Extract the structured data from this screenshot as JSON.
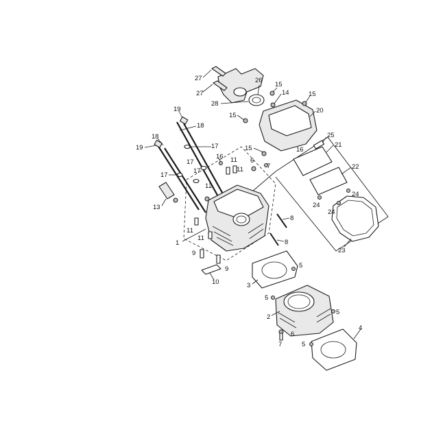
{
  "callouts": [
    {
      "id": "c27a",
      "text": "27"
    },
    {
      "id": "c27b",
      "text": "27"
    },
    {
      "id": "c26",
      "text": "26"
    },
    {
      "id": "c28",
      "text": "28"
    },
    {
      "id": "c15a",
      "text": "15"
    },
    {
      "id": "c14",
      "text": "14"
    },
    {
      "id": "c15b",
      "text": "15"
    },
    {
      "id": "c20",
      "text": "20"
    },
    {
      "id": "c15c",
      "text": "15"
    },
    {
      "id": "c19a",
      "text": "19"
    },
    {
      "id": "c18a",
      "text": "18"
    },
    {
      "id": "c18b",
      "text": "18"
    },
    {
      "id": "c19b",
      "text": "19"
    },
    {
      "id": "c17a",
      "text": "17"
    },
    {
      "id": "c17b",
      "text": "17"
    },
    {
      "id": "c17c",
      "text": "17"
    },
    {
      "id": "c16a",
      "text": "16"
    },
    {
      "id": "c16b",
      "text": "16"
    },
    {
      "id": "c15d",
      "text": "15"
    },
    {
      "id": "c25",
      "text": "25"
    },
    {
      "id": "c21",
      "text": "21"
    },
    {
      "id": "c11a",
      "text": "11"
    },
    {
      "id": "c11b",
      "text": "11"
    },
    {
      "id": "c6a",
      "text": "6"
    },
    {
      "id": "c7a",
      "text": "7"
    },
    {
      "id": "c22",
      "text": "22"
    },
    {
      "id": "c17d",
      "text": "17"
    },
    {
      "id": "c12",
      "text": "12"
    },
    {
      "id": "c24a",
      "text": "24"
    },
    {
      "id": "c24b",
      "text": "24"
    },
    {
      "id": "c24c",
      "text": "24"
    },
    {
      "id": "c13",
      "text": "13"
    },
    {
      "id": "c8a",
      "text": "8"
    },
    {
      "id": "c11c",
      "text": "11"
    },
    {
      "id": "c11d",
      "text": "11"
    },
    {
      "id": "c1",
      "text": "1"
    },
    {
      "id": "c8b",
      "text": "8"
    },
    {
      "id": "c23",
      "text": "23"
    },
    {
      "id": "c9a",
      "text": "9"
    },
    {
      "id": "c9b",
      "text": "9"
    },
    {
      "id": "c10",
      "text": "10"
    },
    {
      "id": "c5a",
      "text": "5"
    },
    {
      "id": "c3",
      "text": "3"
    },
    {
      "id": "c5b",
      "text": "5"
    },
    {
      "id": "c2",
      "text": "2"
    },
    {
      "id": "c5c",
      "text": "5"
    },
    {
      "id": "c6b",
      "text": "6"
    },
    {
      "id": "c4",
      "text": "4"
    },
    {
      "id": "c7b",
      "text": "7"
    },
    {
      "id": "c5d",
      "text": "5"
    }
  ]
}
